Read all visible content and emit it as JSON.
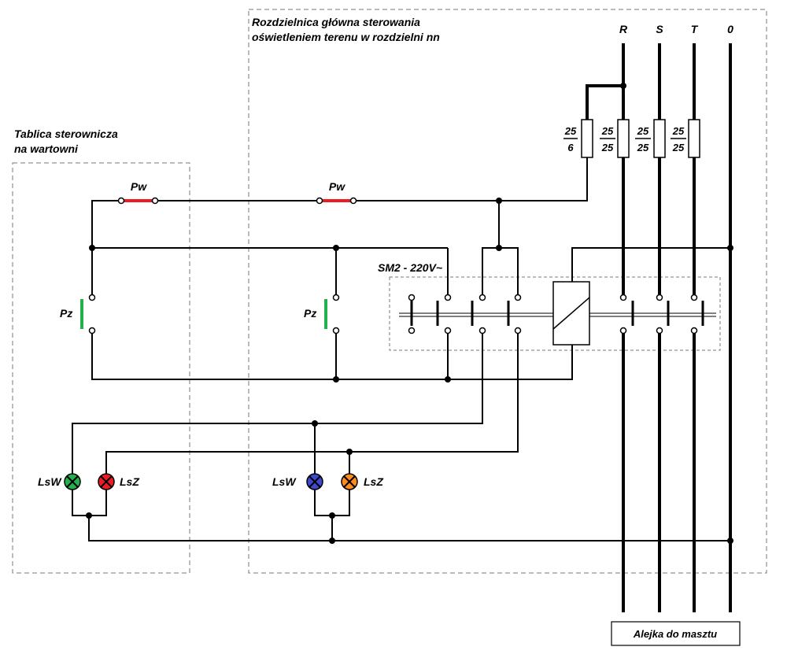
{
  "panels": {
    "guard": {
      "title_line1": "Tablica sterownicza",
      "title_line2": "na wartowni"
    },
    "main": {
      "title_line1": "Rozdzielnica główna sterowania",
      "title_line2": "oświetleniem terenu w rozdzielni nn"
    }
  },
  "phases": [
    "R",
    "S",
    "T",
    "0"
  ],
  "fuses": [
    {
      "top": "25",
      "bottom": "6"
    },
    {
      "top": "25",
      "bottom": "25"
    },
    {
      "top": "25",
      "bottom": "25"
    },
    {
      "top": "25",
      "bottom": "25"
    }
  ],
  "contactor_label": "SM2 - 220V~",
  "pw_label": "Pw",
  "pz_label": "Pz",
  "lamps": [
    {
      "label": "LsW",
      "color": "#22b14c"
    },
    {
      "label": "LsZ",
      "color": "#ed1c24"
    },
    {
      "label": "LsW",
      "color": "#3f48cc"
    },
    {
      "label": "LsZ",
      "color": "#ff8c1a"
    }
  ],
  "colors": {
    "pw_bar": "#ed1c24",
    "pz_bar": "#22b14c"
  },
  "output_label": "Alejka do masztu"
}
